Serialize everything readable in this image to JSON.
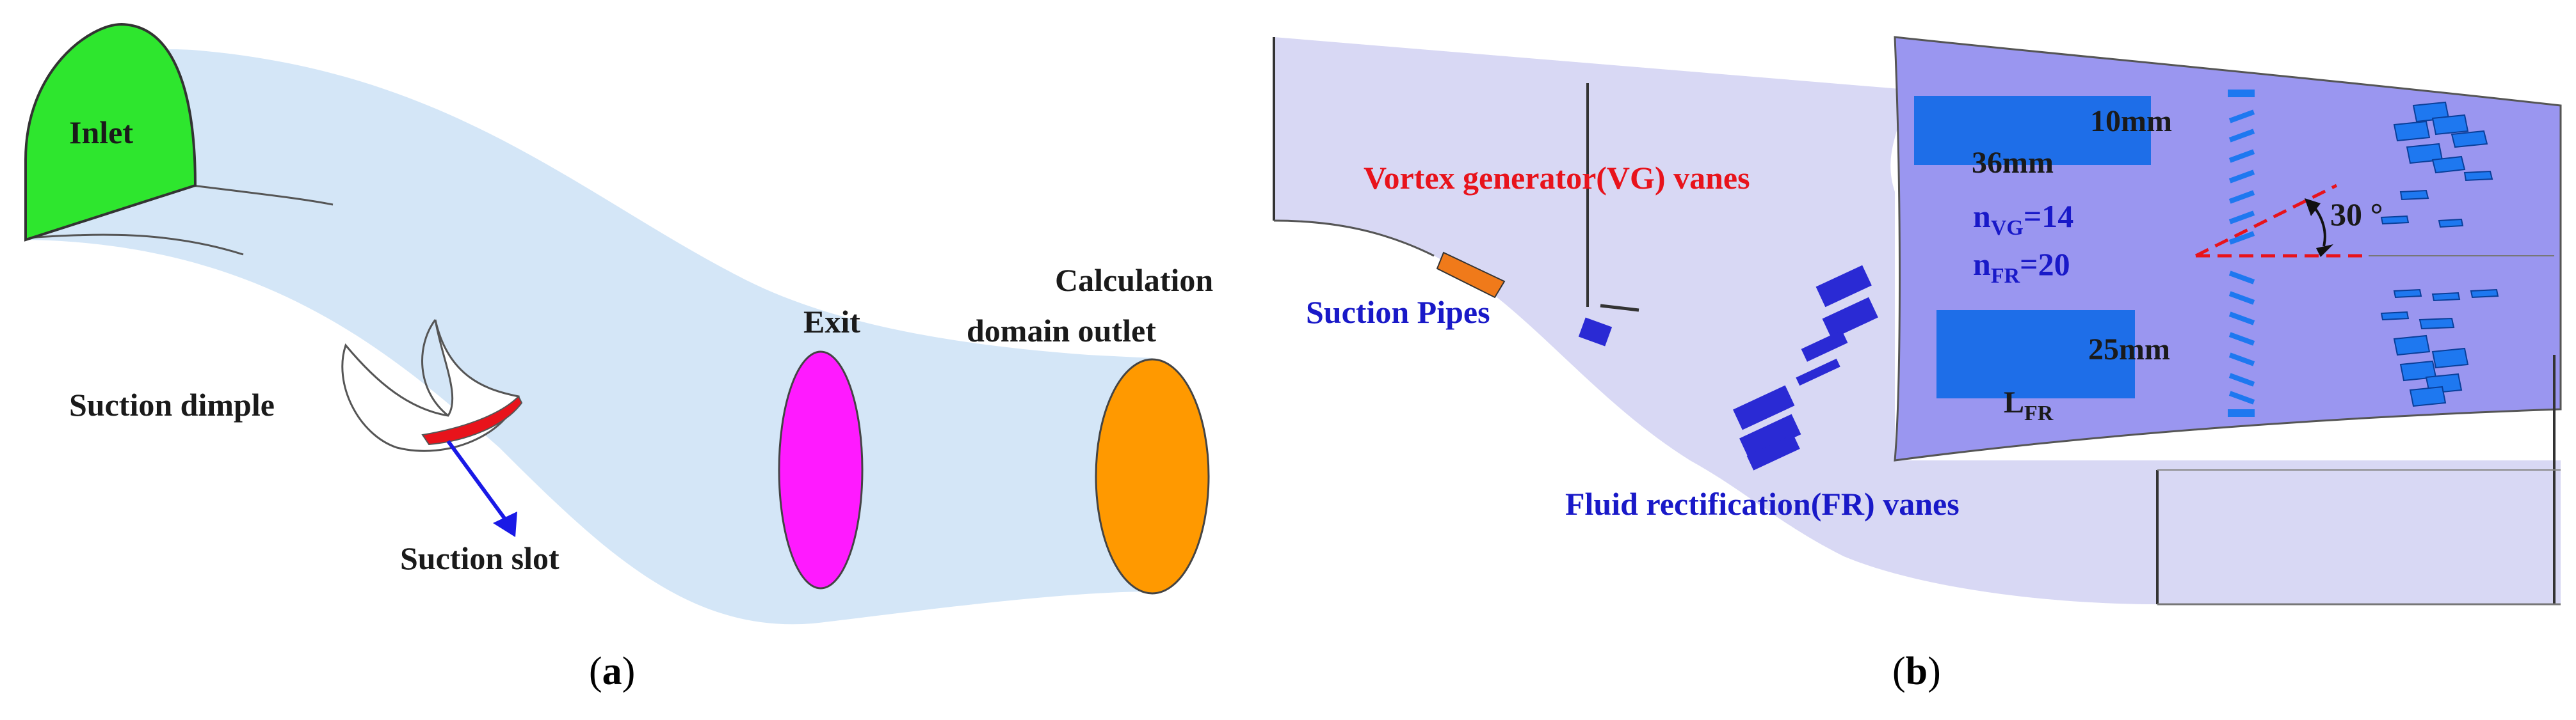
{
  "panel_a": {
    "inlet_label": "Inlet",
    "exit_label": "Exit",
    "outlet_label_line1": "Calculation",
    "outlet_label_line2": "domain outlet",
    "dimple_label": "Suction dimple",
    "slot_label": "Suction slot",
    "caption_open": "(",
    "caption_letter": "a",
    "caption_close": ")"
  },
  "panel_b": {
    "vg_label": "Vortex generator(VG) vanes",
    "pipes_label": "Suction Pipes",
    "fr_label": "Fluid rectification(FR) vanes",
    "dim_10": "10mm",
    "dim_36": "36mm",
    "dim_25": "25mm",
    "n_vg_main": "n",
    "n_vg_sub": "VG",
    "n_vg_val": "=14",
    "n_fr_main": "n",
    "n_fr_sub": "FR",
    "n_fr_val": "=20",
    "l_fr_main": "L",
    "l_fr_sub": "FR",
    "angle_label": "30 °",
    "caption_open": "(",
    "caption_letter": "b",
    "caption_close": ")"
  },
  "colors": {
    "duct_fill": "#d4e6f7",
    "duct_b_fill": "#d8d8f4",
    "inlet_green": "#2ee62e",
    "exit_magenta": "#ff1aff",
    "outlet_orange": "#ff9900",
    "slot_red": "#e8131b",
    "vane_blue": "#1e78f0",
    "fr_vane_navy": "#2a2ad4",
    "dim_block_blue": "#1e6ee8",
    "pipe_orange": "#f07a1a"
  }
}
